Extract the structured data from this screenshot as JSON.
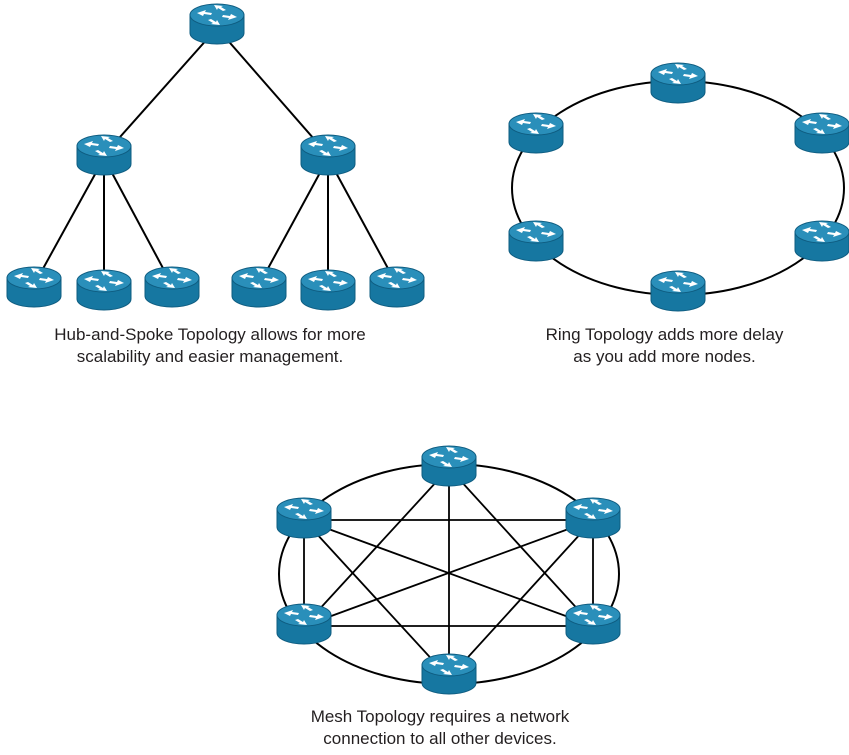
{
  "colors": {
    "router_body": "#1677a1",
    "router_top": "#2a8fba",
    "router_rim": "#0e5c80",
    "arrow": "#ffffff",
    "line": "#000000",
    "text": "#231f20"
  },
  "icons": {
    "node": "router-icon"
  },
  "topologies": {
    "hub_and_spoke": {
      "caption_lines": [
        "Hub-and-Spoke Topology allows for more",
        "scalability and easier management."
      ],
      "node_count": 9
    },
    "ring": {
      "caption_lines": [
        "Ring Topology adds more delay",
        "as you add more nodes."
      ],
      "node_count": 6
    },
    "mesh": {
      "caption_lines": [
        "Mesh Topology requires a network",
        "connection to all other devices."
      ],
      "node_count": 6
    }
  }
}
